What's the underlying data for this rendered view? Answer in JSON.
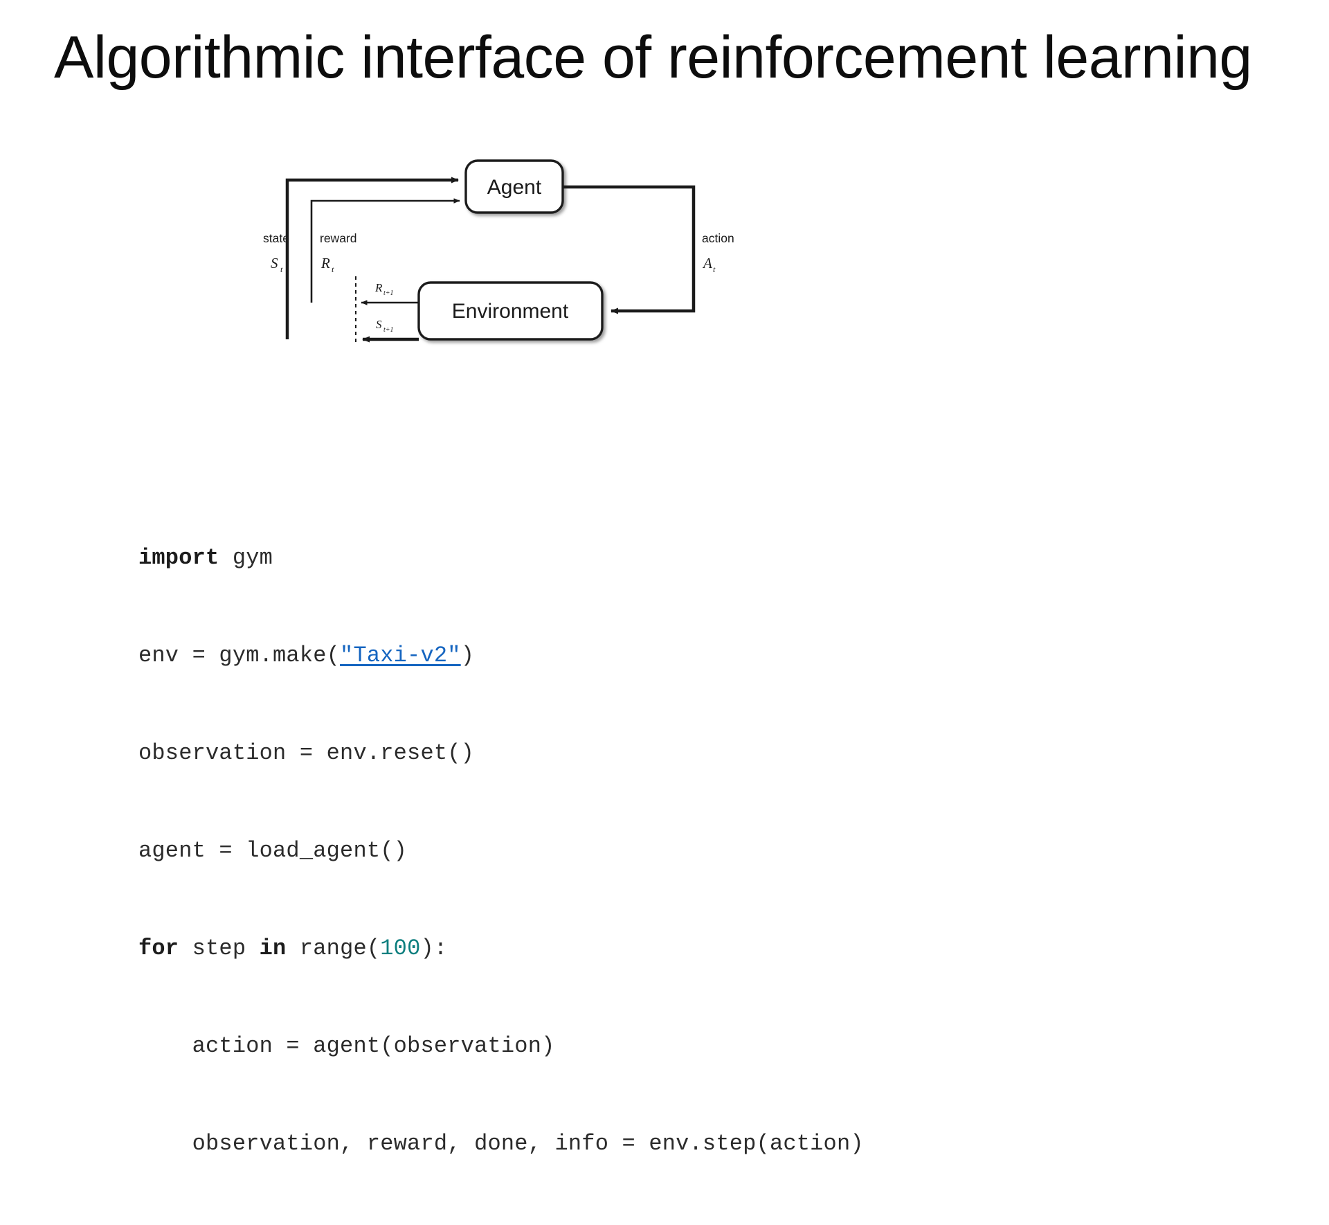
{
  "slide": {
    "title": "Algorithmic interface of reinforcement learning",
    "background_color": "#ffffff"
  },
  "diagram": {
    "name": "agent-environment-interaction-loop",
    "nodes": [
      {
        "id": "agent",
        "label": "Agent"
      },
      {
        "id": "environment",
        "label": "Environment"
      }
    ],
    "edges": [
      {
        "id": "state",
        "label": "state",
        "symbol": "S",
        "subscript": "t"
      },
      {
        "id": "reward",
        "label": "reward",
        "symbol": "R",
        "subscript": "t"
      },
      {
        "id": "action",
        "label": "action",
        "symbol": "A",
        "subscript": "t"
      },
      {
        "id": "next-reward",
        "label": "",
        "symbol": "R",
        "subscript": "t+1"
      },
      {
        "id": "next-state",
        "label": "",
        "symbol": "S",
        "subscript": "t+1"
      }
    ],
    "stroke_color": "#1a1a1a"
  },
  "code": {
    "language": "python",
    "keyword_color": "#1c1c1c",
    "string_link_color": "#1565c0",
    "number_color": "#0d7f7f",
    "lines": [
      {
        "id": "line-1",
        "tokens": [
          {
            "t": "import",
            "k": "kw"
          },
          {
            "t": " gym",
            "k": "plain"
          }
        ]
      },
      {
        "id": "line-2",
        "tokens": [
          {
            "t": "env = gym.make(",
            "k": "plain"
          },
          {
            "t": "\"Taxi-v2\"",
            "k": "str-link"
          },
          {
            "t": ")",
            "k": "plain"
          }
        ]
      },
      {
        "id": "line-3",
        "tokens": [
          {
            "t": "observation = env.reset()",
            "k": "plain"
          }
        ]
      },
      {
        "id": "line-4",
        "tokens": [
          {
            "t": "agent = load_agent()",
            "k": "plain"
          }
        ]
      },
      {
        "id": "line-5",
        "tokens": [
          {
            "t": "for",
            "k": "kw"
          },
          {
            "t": " step ",
            "k": "plain"
          },
          {
            "t": "in",
            "k": "kw"
          },
          {
            "t": " range(",
            "k": "plain"
          },
          {
            "t": "100",
            "k": "num"
          },
          {
            "t": "):",
            "k": "plain"
          }
        ]
      },
      {
        "id": "line-6",
        "tokens": [
          {
            "t": "    action = agent(observation)",
            "k": "plain"
          }
        ]
      },
      {
        "id": "line-7",
        "tokens": [
          {
            "t": "    observation, reward, done, info = env.step(action)",
            "k": "plain"
          }
        ]
      }
    ]
  }
}
